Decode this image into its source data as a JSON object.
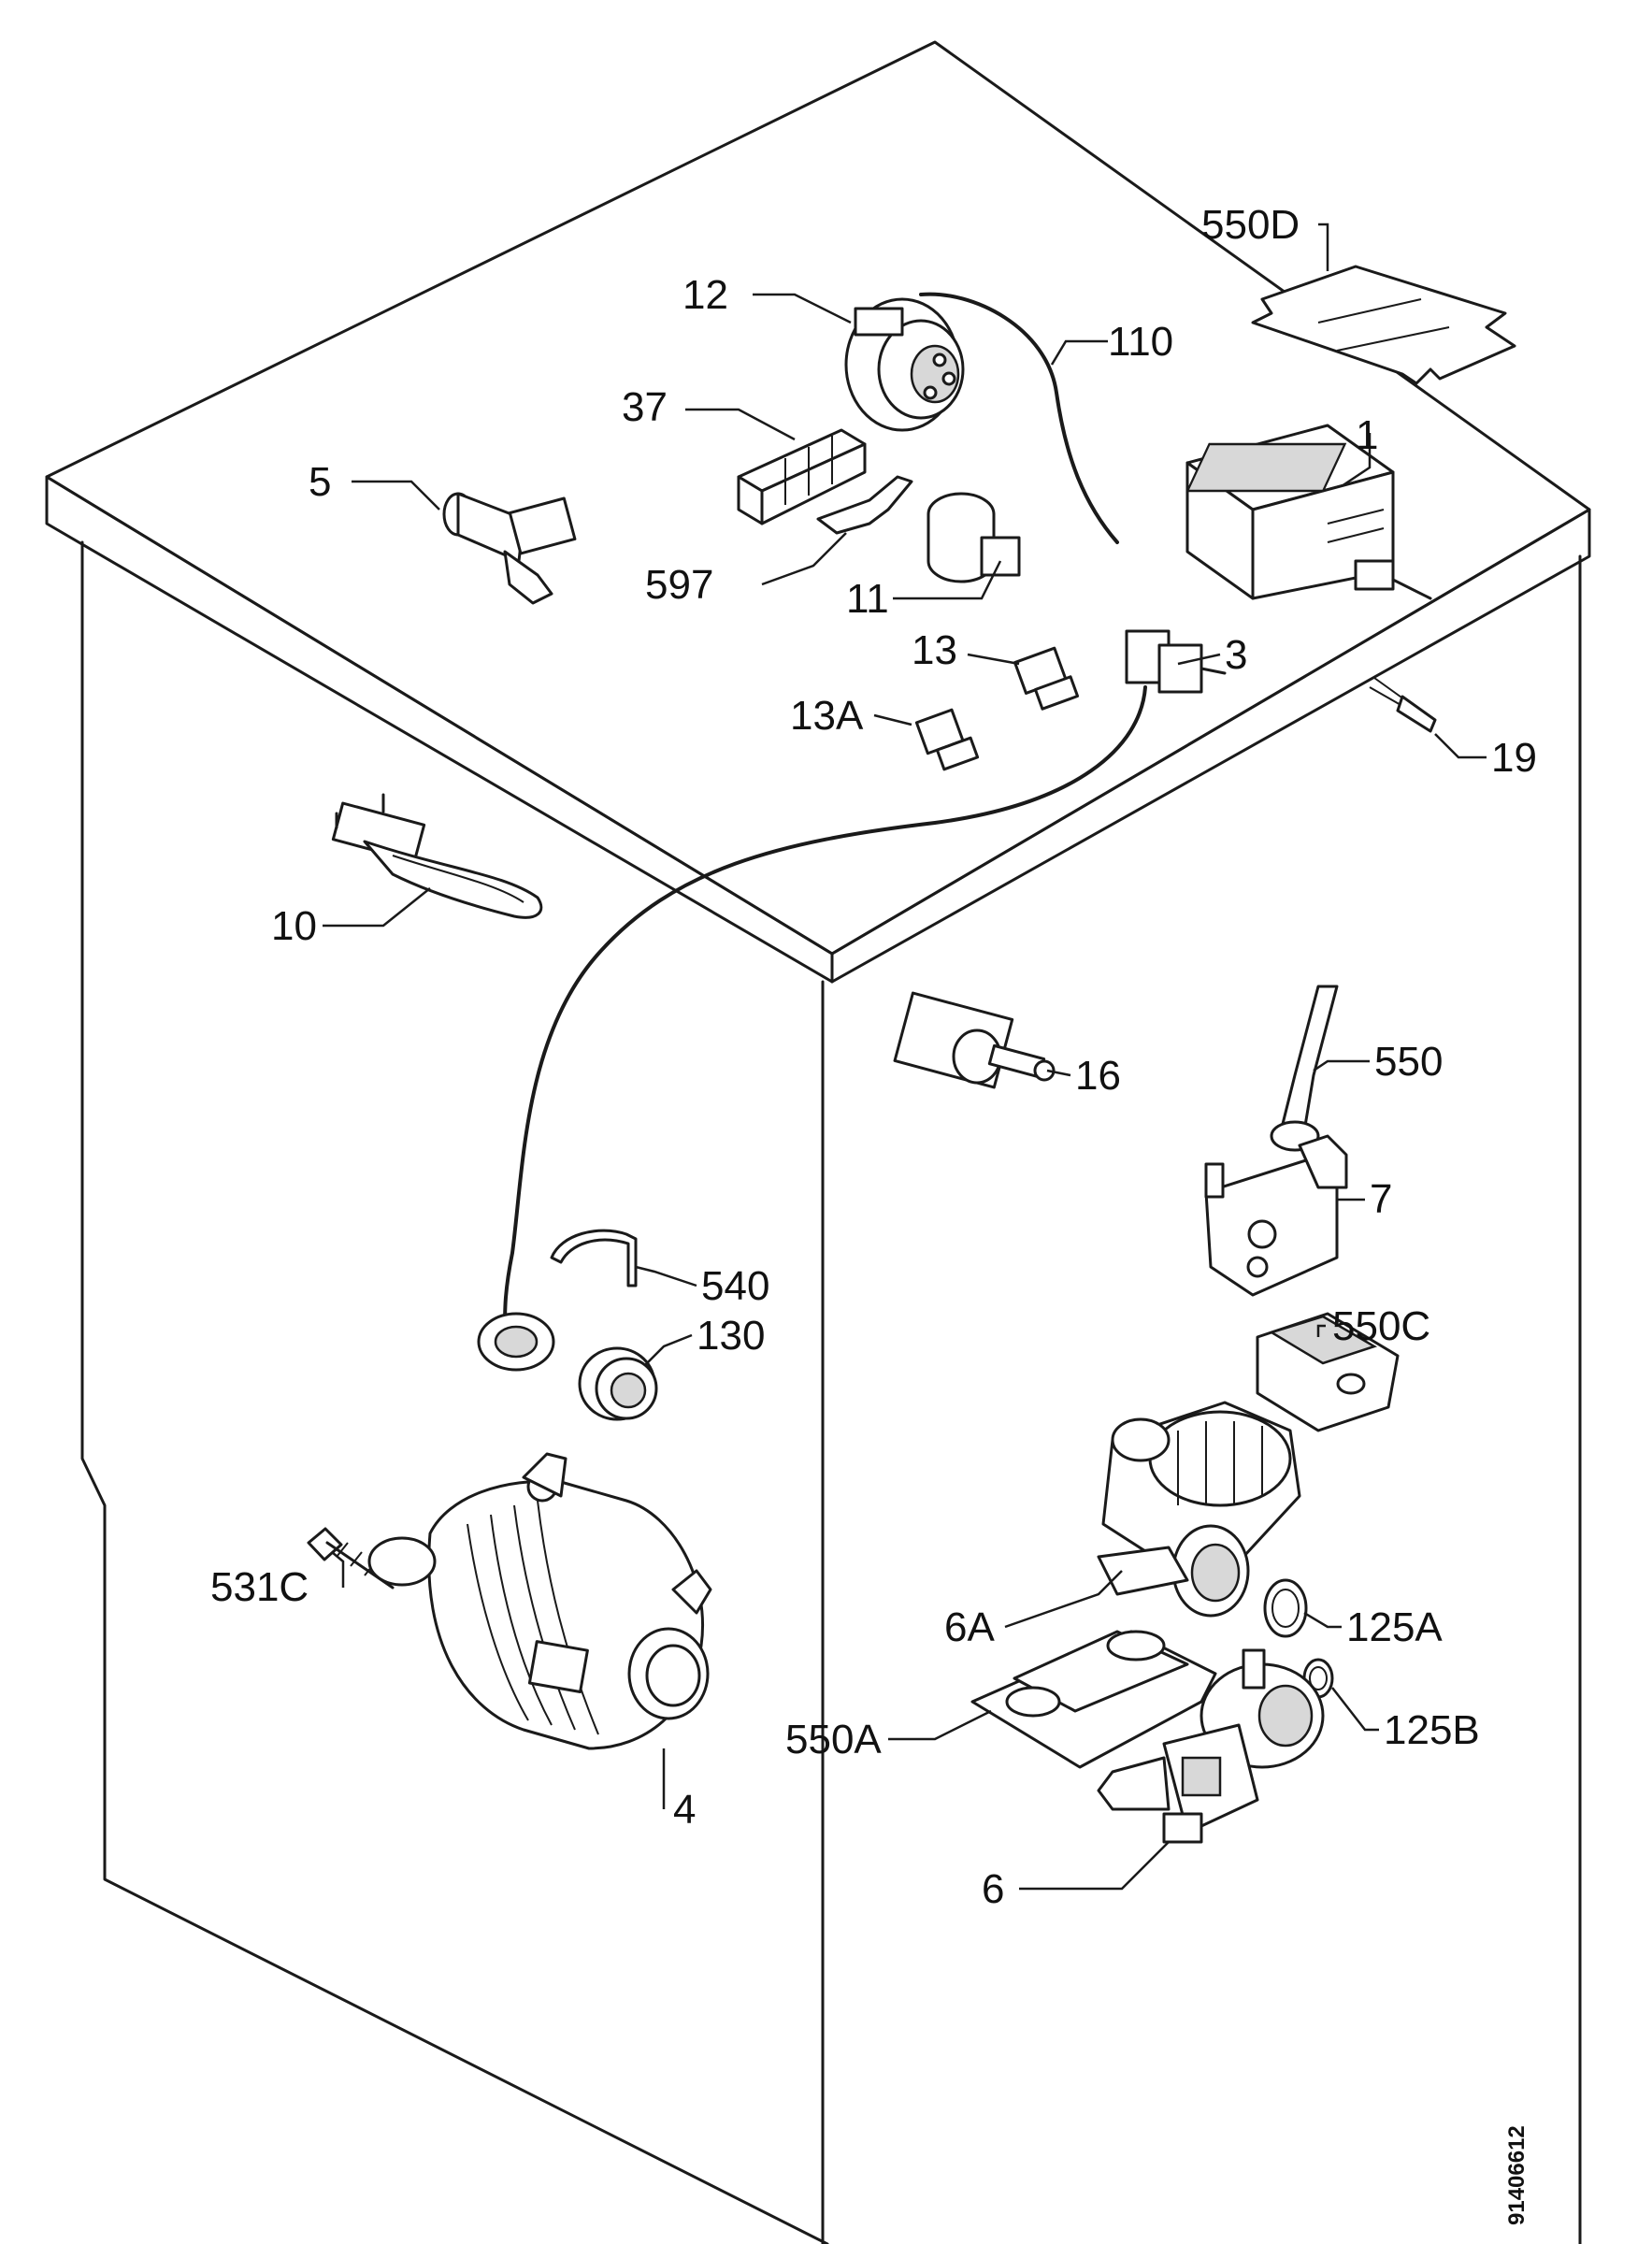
{
  "labels": {
    "l1": "1",
    "l3": "3",
    "l4": "4",
    "l5": "5",
    "l6": "6",
    "l6a": "6A",
    "l7": "7",
    "l10": "10",
    "l11": "11",
    "l12": "12",
    "l13": "13",
    "l13a": "13A",
    "l16": "16",
    "l19": "19",
    "l37": "37",
    "l110": "110",
    "l125a": "125A",
    "l125b": "125B",
    "l130": "130",
    "l531c": "531C",
    "l540": "540",
    "l550": "550",
    "l550a": "550A",
    "l550c": "550C",
    "l550d": "550D",
    "l597": "597"
  },
  "document_number": "91406612"
}
